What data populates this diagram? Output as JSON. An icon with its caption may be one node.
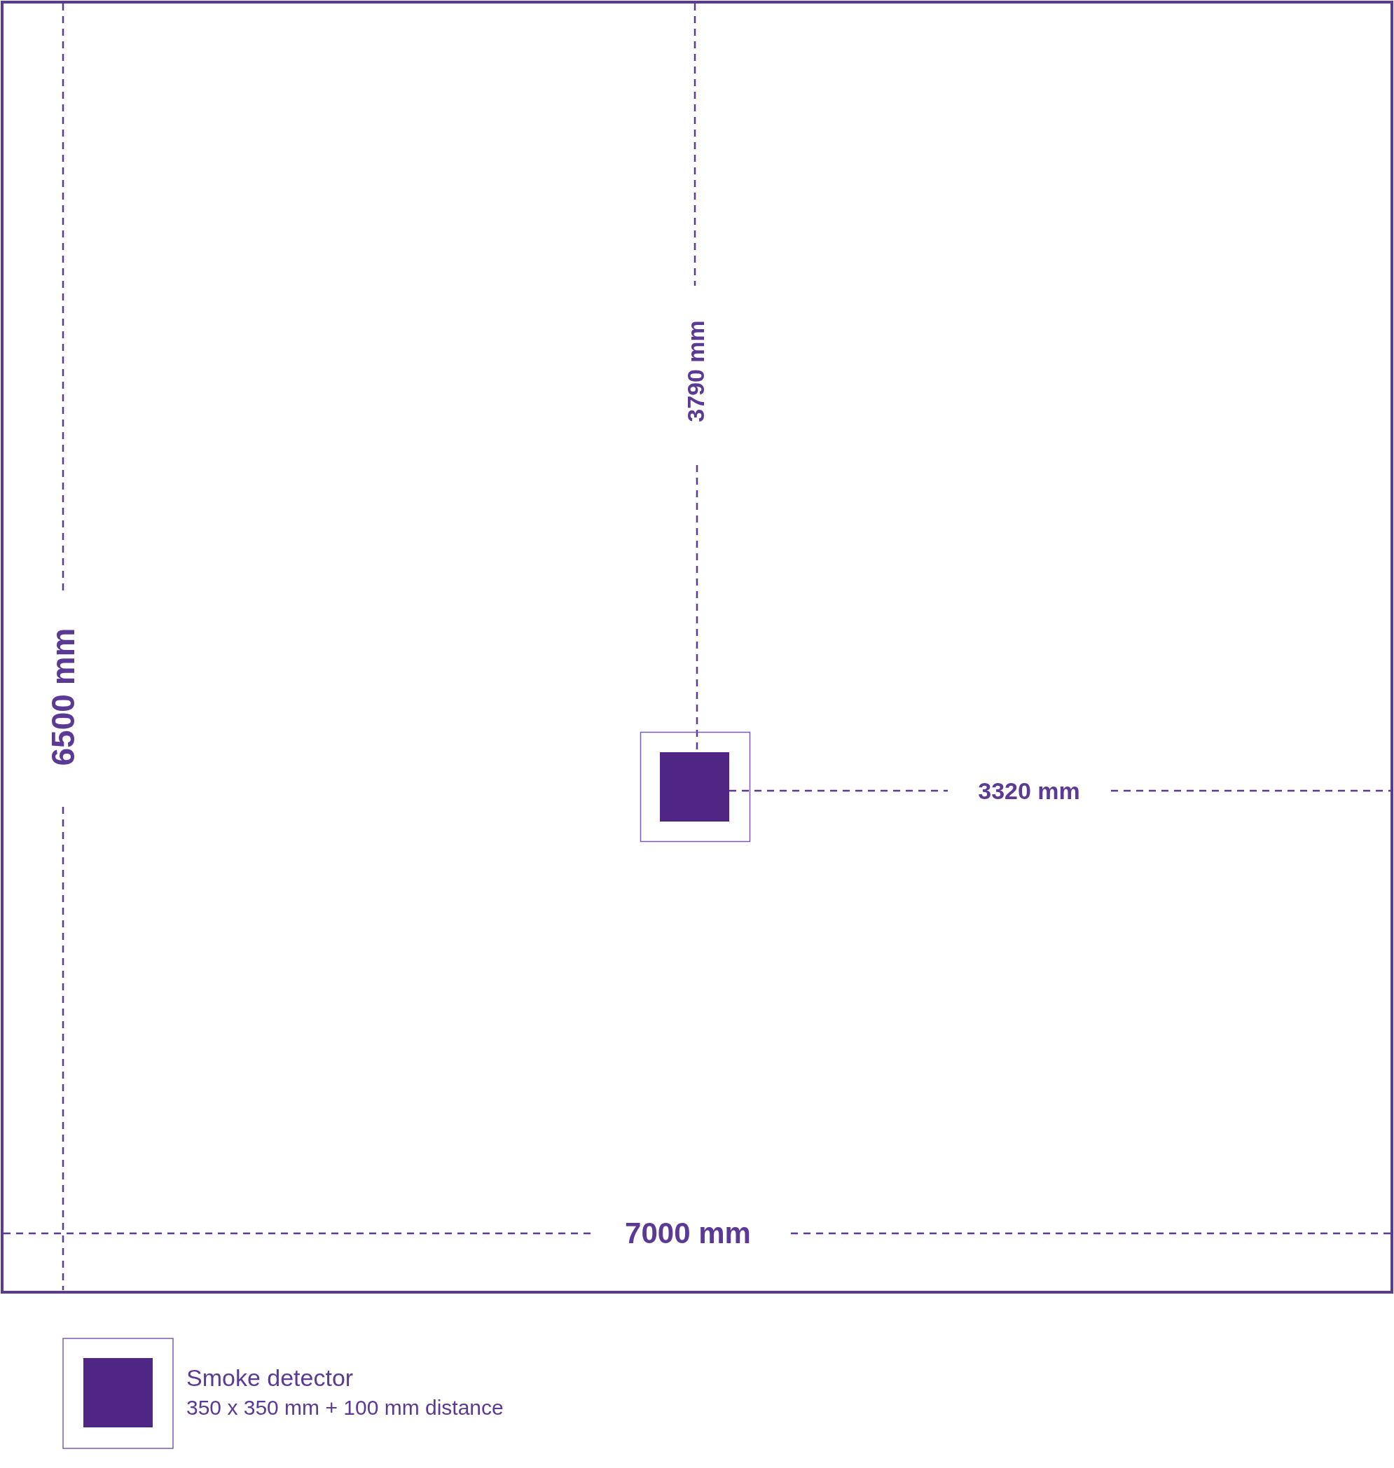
{
  "diagram": {
    "labels": [
      "3790 mm",
      "6500 mm",
      "3320 mm",
      "7000 mm",
      "350 x 350 mm + 100 mm distance"
    ],
    "legend": [
      {
        "text": "Smoke detector"
      }
    ]
  }
}
